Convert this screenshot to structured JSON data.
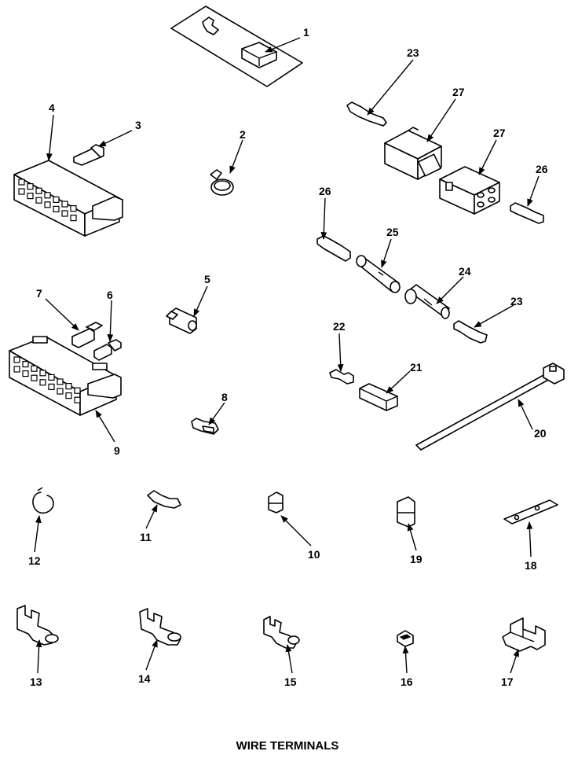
{
  "caption": "WIRE TERMINALS",
  "callouts": {
    "p1": "1",
    "p2": "2",
    "p3": "3",
    "p4": "4",
    "p5": "5",
    "p6": "6",
    "p7": "7",
    "p8": "8",
    "p9": "9",
    "p10": "10",
    "p11": "11",
    "p12": "12",
    "p13": "13",
    "p14": "14",
    "p15": "15",
    "p16": "16",
    "p17": "17",
    "p18": "18",
    "p19": "19",
    "p20": "20",
    "p21": "21",
    "p22": "22",
    "p23a": "23",
    "p23b": "23",
    "p24": "24",
    "p25": "25",
    "p26a": "26",
    "p26b": "26",
    "p27a": "27",
    "p27b": "27"
  }
}
